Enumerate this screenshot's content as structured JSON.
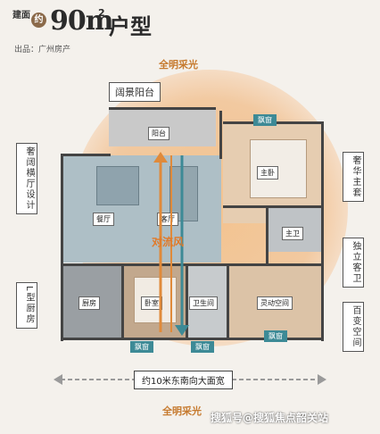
{
  "header": {
    "area_label": "建面",
    "approx": "约",
    "size": "90m",
    "sup": "2",
    "type": "户型",
    "producer": "出品：广州房产"
  },
  "light": {
    "top": "全明采光",
    "bottom": "全明采光"
  },
  "rooms": {
    "balcony_box": "阔景阳台",
    "balcony": "阳台",
    "master": "主卧",
    "dining": "餐厅",
    "living": "客厅",
    "master_bath": "主卫",
    "kitchen": "厨房",
    "bedroom": "卧室",
    "bath": "卫生间",
    "flex": "灵动空间",
    "convection": "对流风"
  },
  "windows": {
    "w1": "飘窗",
    "w2": "飘窗",
    "w3": "飘窗",
    "w4": "飘窗"
  },
  "side_notes": {
    "left1": "奢阔横厅设计",
    "left2": "L型厨房",
    "right1": "奢华主套",
    "right2": "独立客卫",
    "right3": "百变空间"
  },
  "bottom": {
    "width_label": "约10米东南向大面宽"
  },
  "watermark": "搜狐号@搜狐焦点韶关站"
}
